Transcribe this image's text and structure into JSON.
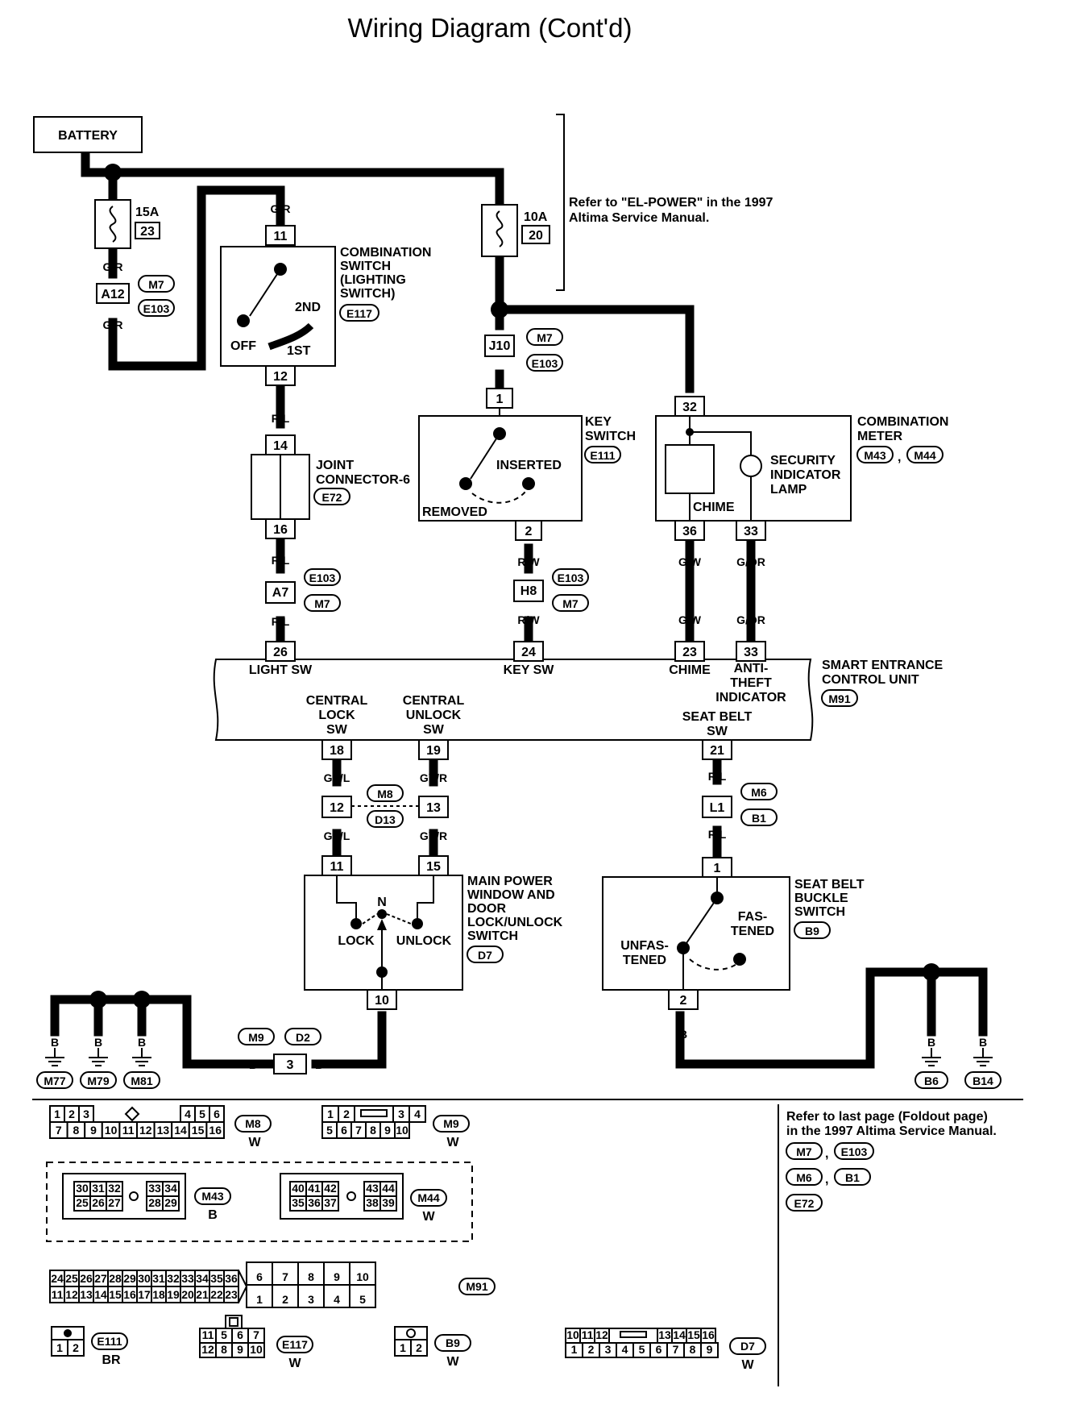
{
  "title": "Wiring Diagram (Cont'd)",
  "battery": "BATTERY",
  "refer_top": [
    "Refer to \"EL-POWER\" in the 1997",
    "Altima Service Manual."
  ],
  "fuse_15a": {
    "amp": "15A",
    "num": "23"
  },
  "fuse_10a": {
    "amp": "10A",
    "num": "20"
  },
  "wires": {
    "gr": "G/R",
    "r": "R",
    "rl": "R/L",
    "rw": "R/W",
    "gw": "G/W",
    "gor": "G/OR",
    "gyl": "GY/L",
    "gyr": "GY/R",
    "b": "B"
  },
  "conn_a12": "A12",
  "conn_j10": "J10",
  "conn_a7": "A7",
  "conn_h8": "H8",
  "conn_12": "12",
  "conn_13": "13",
  "conn_l1": "L1",
  "conn_3": "3",
  "tags": {
    "m7": "M7",
    "e103": "E103",
    "e117": "E117",
    "e72": "E72",
    "e111": "E111",
    "m43": "M43",
    "m44": "M44",
    "m91": "M91",
    "m8": "M8",
    "d13": "D13",
    "m6": "M6",
    "b1": "B1",
    "d7": "D7",
    "b9": "B9",
    "m9": "M9",
    "d2": "D2",
    "m77": "M77",
    "m79": "M79",
    "m81": "M81",
    "b6": "B6",
    "b14": "B14"
  },
  "combo_switch": {
    "label": [
      "COMBINATION",
      "SWITCH",
      "(LIGHTING",
      "SWITCH)"
    ],
    "pin_in": "11",
    "pin_out": "12",
    "off": "OFF",
    "first": "1ST",
    "second": "2ND"
  },
  "joint_connector": {
    "label": [
      "JOINT",
      "CONNECTOR-6"
    ],
    "pin_in": "14",
    "pin_out": "16"
  },
  "key_switch": {
    "label": [
      "KEY",
      "SWITCH"
    ],
    "pin_in": "1",
    "pin_out": "2",
    "inserted": "INSERTED",
    "removed": "REMOVED"
  },
  "combo_meter": {
    "label": [
      "COMBINATION",
      "METER"
    ],
    "pin_in": "32",
    "pin_chime": "36",
    "pin_lamp": "33",
    "chime": "CHIME",
    "lamp": [
      "SECURITY",
      "INDICATOR",
      "LAMP"
    ]
  },
  "secu": {
    "label": [
      "SMART ENTRANCE",
      "CONTROL UNIT"
    ],
    "pins": {
      "light": "26",
      "key": "24",
      "chime": "23",
      "anti": "33",
      "lock": "18",
      "unlock": "19",
      "belt": "21"
    },
    "light_sw": "LIGHT SW",
    "key_sw": "KEY SW",
    "chime": "CHIME",
    "anti": [
      "ANTI-",
      "THEFT",
      "INDICATOR"
    ],
    "lock": [
      "CENTRAL",
      "LOCK",
      "SW"
    ],
    "unlock": [
      "CENTRAL",
      "UNLOCK",
      "SW"
    ],
    "belt": [
      "SEAT BELT",
      "SW"
    ]
  },
  "main_switch": {
    "label": [
      "MAIN POWER",
      "WINDOW AND",
      "DOOR",
      "LOCK/UNLOCK",
      "SWITCH"
    ],
    "pin_a": "11",
    "pin_b": "15",
    "pin_c": "10",
    "n": "N",
    "lock": "LOCK",
    "unlock": "UNLOCK"
  },
  "seat_belt": {
    "label": [
      "SEAT BELT",
      "BUCKLE",
      "SWITCH"
    ],
    "pin_in": "1",
    "pin_out": "2",
    "unfastened": [
      "UNFAS-",
      "TENED"
    ],
    "fastened": [
      "FAS-",
      "TENED"
    ]
  },
  "refer_bottom": [
    "Refer to last page (Foldout page)",
    "in the 1997 Altima Service Manual."
  ],
  "comma": ",",
  "connectors": {
    "m8": {
      "top1": [
        "1",
        "2",
        "3"
      ],
      "top2": [
        "4",
        "5",
        "6"
      ],
      "bottom": [
        "7",
        "8",
        "9",
        "10",
        "11",
        "12",
        "13",
        "14",
        "15",
        "16"
      ],
      "color": "W"
    },
    "m9": {
      "top1": [
        "1",
        "2"
      ],
      "top2": [
        "3",
        "4"
      ],
      "bottom": [
        "5",
        "6",
        "7",
        "8",
        "9",
        "10"
      ],
      "color": "W"
    },
    "m43": {
      "top1": [
        "30",
        "31",
        "32"
      ],
      "top2": [
        "33",
        "34"
      ],
      "bot1": [
        "25",
        "26",
        "27"
      ],
      "bot2": [
        "28",
        "29"
      ],
      "color": "B"
    },
    "m44": {
      "top1": [
        "40",
        "41",
        "42"
      ],
      "top2": [
        "43",
        "44"
      ],
      "bot1": [
        "35",
        "36",
        "37"
      ],
      "bot2": [
        "38",
        "39"
      ],
      "color": "W"
    },
    "m91": {
      "r1": [
        "24",
        "25",
        "26",
        "27",
        "28",
        "29",
        "30",
        "31",
        "32",
        "33",
        "34",
        "35",
        "36"
      ],
      "r2": [
        "11",
        "12",
        "13",
        "14",
        "15",
        "16",
        "17",
        "18",
        "19",
        "20",
        "21",
        "22",
        "23"
      ],
      "big_top": [
        "6",
        "7",
        "8",
        "9",
        "10"
      ],
      "big_bot": [
        "1",
        "2",
        "3",
        "4",
        "5"
      ]
    },
    "e111": {
      "cells": [
        "1",
        "2"
      ],
      "color": "BR"
    },
    "e117": {
      "top": [
        "11",
        "5",
        "6",
        "7"
      ],
      "bot": [
        "12",
        "8",
        "9",
        "10"
      ],
      "color": "W"
    },
    "b9": {
      "cells": [
        "1",
        "2"
      ],
      "color": "W"
    },
    "d7": {
      "top1": [
        "10",
        "11",
        "12"
      ],
      "top2": [
        "13",
        "14",
        "15",
        "16"
      ],
      "bot": [
        "1",
        "2",
        "3",
        "4",
        "5",
        "6",
        "7",
        "8",
        "9"
      ],
      "color": "W"
    }
  }
}
